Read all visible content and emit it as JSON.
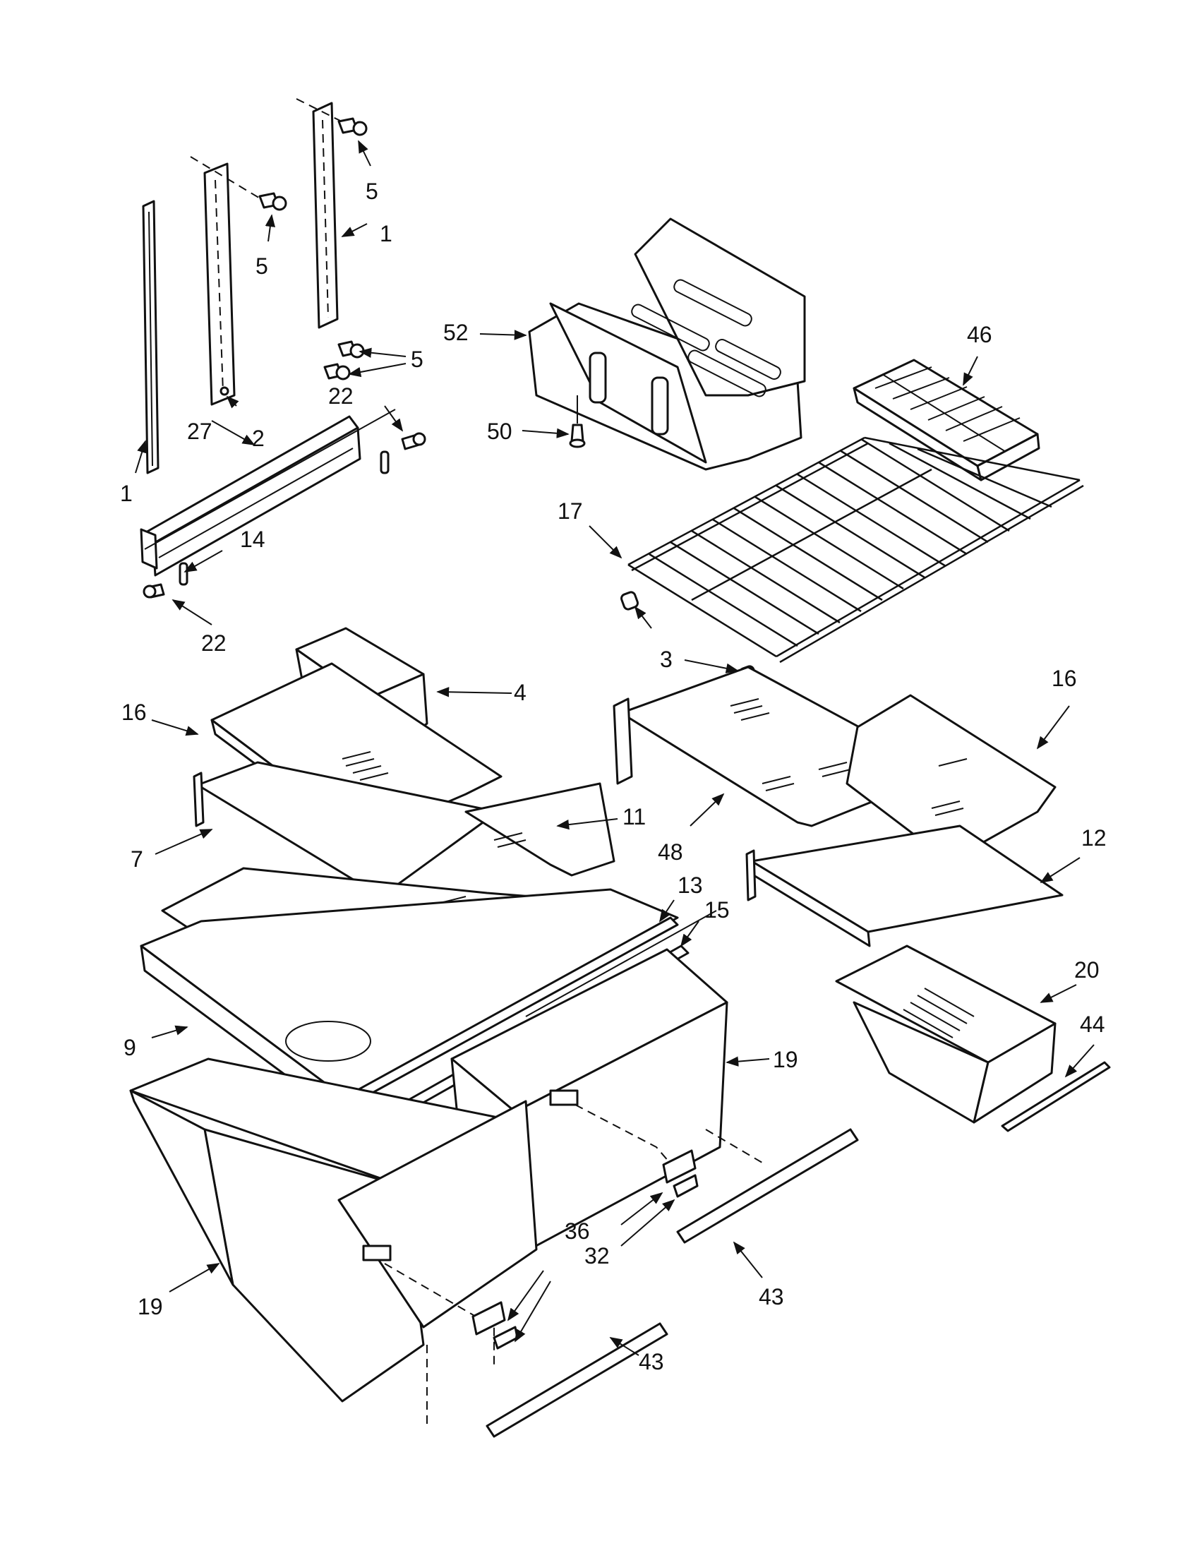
{
  "callouts": [
    {
      "id": "c5a",
      "label": "5"
    },
    {
      "id": "c5b",
      "label": "5"
    },
    {
      "id": "c5c",
      "label": "5"
    },
    {
      "id": "c1a",
      "label": "1"
    },
    {
      "id": "c1b",
      "label": "1"
    },
    {
      "id": "c2",
      "label": "2"
    },
    {
      "id": "c27",
      "label": "27"
    },
    {
      "id": "c22a",
      "label": "22"
    },
    {
      "id": "c22b",
      "label": "22"
    },
    {
      "id": "c14",
      "label": "14"
    },
    {
      "id": "c52",
      "label": "52"
    },
    {
      "id": "c50",
      "label": "50"
    },
    {
      "id": "c46",
      "label": "46"
    },
    {
      "id": "c17",
      "label": "17"
    },
    {
      "id": "c3",
      "label": "3"
    },
    {
      "id": "c4",
      "label": "4"
    },
    {
      "id": "c16a",
      "label": "16"
    },
    {
      "id": "c16b",
      "label": "16"
    },
    {
      "id": "c11",
      "label": "11"
    },
    {
      "id": "c7",
      "label": "7"
    },
    {
      "id": "c48",
      "label": "48"
    },
    {
      "id": "c12",
      "label": "12"
    },
    {
      "id": "c13",
      "label": "13"
    },
    {
      "id": "c15",
      "label": "15"
    },
    {
      "id": "c9",
      "label": "9"
    },
    {
      "id": "c20",
      "label": "20"
    },
    {
      "id": "c44",
      "label": "44"
    },
    {
      "id": "c19a",
      "label": "19"
    },
    {
      "id": "c19b",
      "label": "19"
    },
    {
      "id": "c36",
      "label": "36"
    },
    {
      "id": "c32",
      "label": "32"
    },
    {
      "id": "c43a",
      "label": "43"
    },
    {
      "id": "c43b",
      "label": "43"
    }
  ]
}
